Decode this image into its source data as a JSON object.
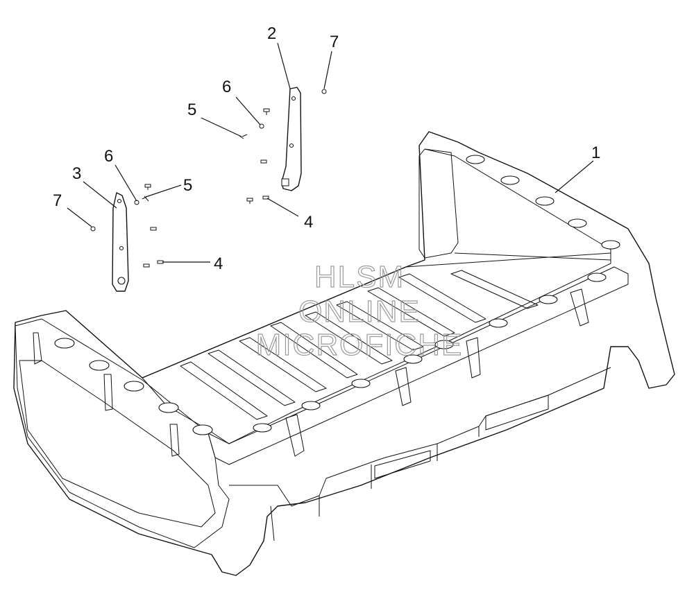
{
  "callouts": [
    {
      "id": "1",
      "label": "1"
    },
    {
      "id": "2",
      "label": "2"
    },
    {
      "id": "3",
      "label": "3"
    },
    {
      "id": "4a",
      "label": "4"
    },
    {
      "id": "4b",
      "label": "4"
    },
    {
      "id": "5a",
      "label": "5"
    },
    {
      "id": "5b",
      "label": "5"
    },
    {
      "id": "6a",
      "label": "6"
    },
    {
      "id": "6b",
      "label": "6"
    },
    {
      "id": "7a",
      "label": "7"
    },
    {
      "id": "7b",
      "label": "7"
    }
  ],
  "watermark": {
    "line1": "HLSM",
    "line2": "ONLINE",
    "line3": "MICROFICHE",
    "color": "#9a9a9a"
  },
  "colors": {
    "ink": "#111111",
    "background": "#ffffff"
  }
}
